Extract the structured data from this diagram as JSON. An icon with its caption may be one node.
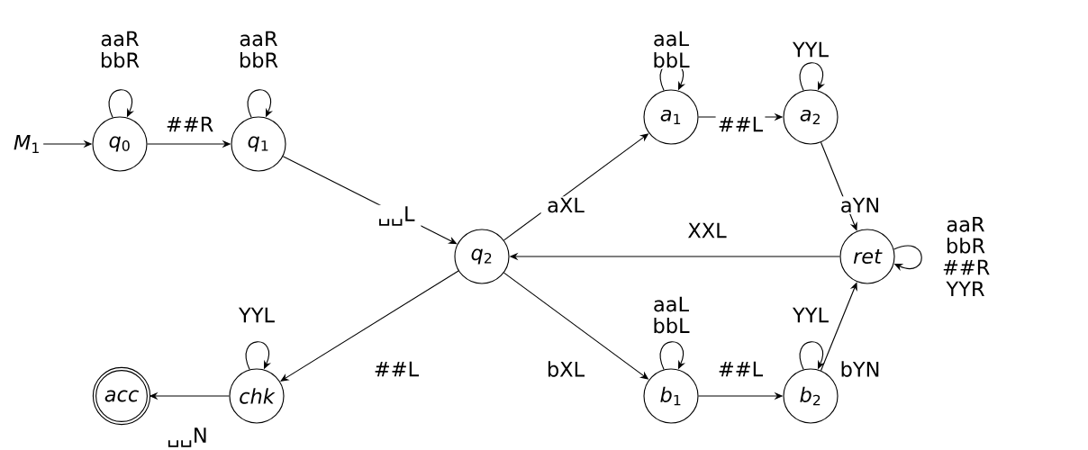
{
  "diagram": {
    "nodes": [
      {
        "text": [
          "*M*$_{1}$"
        ]
      },
      {
        "text": [
          "*q*$_{0}$"
        ]
      },
      {
        "text": [
          "*q*$_{1}$"
        ]
      },
      {
        "text": [
          "*q*$_{2}$"
        ]
      },
      {
        "text": [
          "*a*$_{1}$"
        ]
      },
      {
        "text": [
          "*a*$_{2}$"
        ]
      },
      {
        "text": [
          "ret"
        ]
      },
      {
        "text": [
          "*b*$_{1}$"
        ]
      },
      {
        "text": [
          "*b*$_{2}$"
        ]
      },
      {
        "text": [
          "chk"
        ]
      },
      {
        "text": [
          "acc"
        ]
      }
    ],
    "edges": [
      {
        "from": 0,
        "to": 1,
        "arrow": "to"
      },
      {
        "from": 1,
        "to": 1,
        "arrow": "to",
        "label": "aaR bbR"
      },
      {
        "from": 1,
        "to": 2,
        "arrow": "to",
        "label": "##R"
      },
      {
        "from": 2,
        "to": 2,
        "arrow": "to",
        "label": "aaR bbR"
      },
      {
        "from": 2,
        "to": 3,
        "arrow": "to",
        "label": "␣␣L"
      },
      {
        "from": 3,
        "to": 4,
        "arrow": "to",
        "label": "aXL"
      },
      {
        "from": 4,
        "to": 4,
        "arrow": "to",
        "label": "aaL bbL"
      },
      {
        "from": 4,
        "to": 5,
        "arrow": "to",
        "label": "##L"
      },
      {
        "from": 5,
        "to": 5,
        "arrow": "to",
        "label": "YYL"
      },
      {
        "from": 5,
        "to": 6,
        "arrow": "to",
        "label": "aYN"
      },
      {
        "from": 6,
        "to": 6,
        "arrow": "to",
        "label": "aaR bbR ##R YYR"
      },
      {
        "from": 6,
        "to": 3,
        "arrow": "to",
        "label": "XXL"
      },
      {
        "from": 3,
        "to": 7,
        "arrow": "to",
        "label": "bXL"
      },
      {
        "from": 7,
        "to": 7,
        "arrow": "to",
        "label": "aaL bbL"
      },
      {
        "from": 7,
        "to": 8,
        "arrow": "to",
        "label": "##L"
      },
      {
        "from": 8,
        "to": 8,
        "arrow": "to",
        "label": "YYL"
      },
      {
        "from": 8,
        "to": 6,
        "arrow": "to",
        "label": "bYN"
      },
      {
        "from": 3,
        "to": 9,
        "arrow": "to",
        "label": "##L"
      },
      {
        "from": 9,
        "to": 9,
        "arrow": "to",
        "label": "YYL"
      },
      {
        "from": 9,
        "to": 10,
        "arrow": "to",
        "label": "␣␣N"
      }
    ]
  }
}
